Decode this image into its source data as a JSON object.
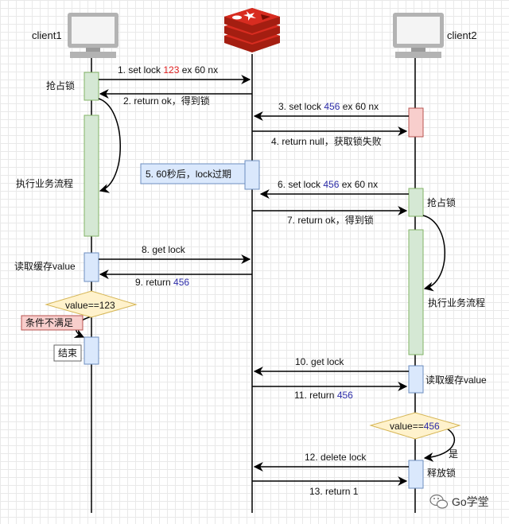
{
  "participants": {
    "client1": "client1",
    "client2": "client2"
  },
  "messages": [
    {
      "id": "m1",
      "pre": "1. set lock ",
      "val": "123",
      "post": " ex 60 nx"
    },
    {
      "id": "m2",
      "pre": "2. return ok，得到锁",
      "val": "",
      "post": ""
    },
    {
      "id": "m3",
      "pre": "3. set lock ",
      "val": "456",
      "post": " ex 60 nx"
    },
    {
      "id": "m4",
      "pre": "4. return null，获取锁失败",
      "val": "",
      "post": ""
    },
    {
      "id": "m5",
      "pre": "5. 60秒后，lock过期",
      "val": "",
      "post": ""
    },
    {
      "id": "m6",
      "pre": "6. set lock ",
      "val": "456",
      "post": " ex 60 nx"
    },
    {
      "id": "m7",
      "pre": "7. return ok，得到锁",
      "val": "",
      "post": ""
    },
    {
      "id": "m8",
      "pre": "8. get lock",
      "val": "",
      "post": ""
    },
    {
      "id": "m9",
      "pre": "9. return ",
      "val": "456",
      "post": ""
    },
    {
      "id": "m10",
      "pre": "10. get lock",
      "val": "",
      "post": ""
    },
    {
      "id": "m11",
      "pre": "11. return ",
      "val": "456",
      "post": ""
    },
    {
      "id": "m12",
      "pre": "12. delete lock",
      "val": "",
      "post": ""
    },
    {
      "id": "m13",
      "pre": "13. return 1",
      "val": "",
      "post": ""
    }
  ],
  "labels": {
    "c1_grab": "抢占锁",
    "c1_exec": "执行业务流程",
    "c1_read": "读取缓存value",
    "c1_cond": "value==123",
    "c1_fail": "条件不满足",
    "c1_end": "结束",
    "c2_grab": "抢占锁",
    "c2_exec": "执行业务流程",
    "c2_read": "读取缓存value",
    "c2_cond": "value==456",
    "c2_yes": "是",
    "c2_release": "释放锁"
  },
  "watermark": "Go学堂",
  "colors": {
    "green_fill": "#d5e8d4",
    "green_stroke": "#82b366",
    "blue_fill": "#dae8fc",
    "blue_stroke": "#6c8ebf",
    "red_fill": "#f8cecc",
    "red_stroke": "#b85450",
    "yellow_fill": "#fff2cc",
    "yellow_stroke": "#d6b656",
    "value_blue": "#2c2ca8",
    "value_red": "#e02020"
  }
}
